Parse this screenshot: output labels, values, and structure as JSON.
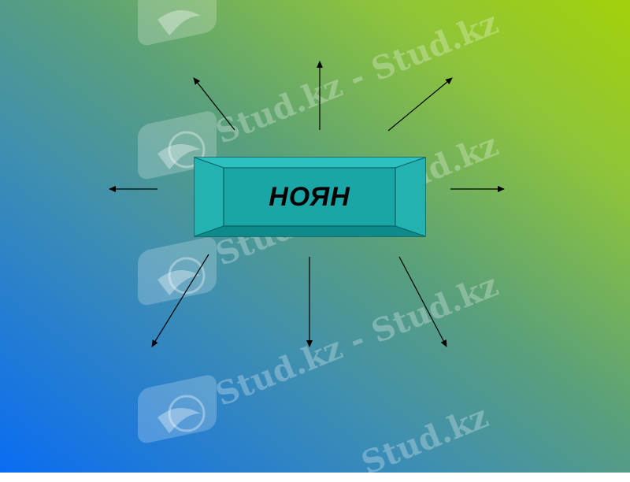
{
  "center": {
    "label": "НОЯН"
  },
  "watermark": {
    "text": "Stud.kz - Stud.kz",
    "short_text": "Stud.kz",
    "icon": "hummingbird-logo"
  },
  "colors": {
    "box_fill": "#1aa6a6",
    "box_edge": "#0f7d7d",
    "arrow": "#000000"
  },
  "arrows": [
    {
      "direction": "up-left"
    },
    {
      "direction": "up"
    },
    {
      "direction": "up-right"
    },
    {
      "direction": "left"
    },
    {
      "direction": "right"
    },
    {
      "direction": "down-left"
    },
    {
      "direction": "down"
    },
    {
      "direction": "down-right"
    }
  ]
}
